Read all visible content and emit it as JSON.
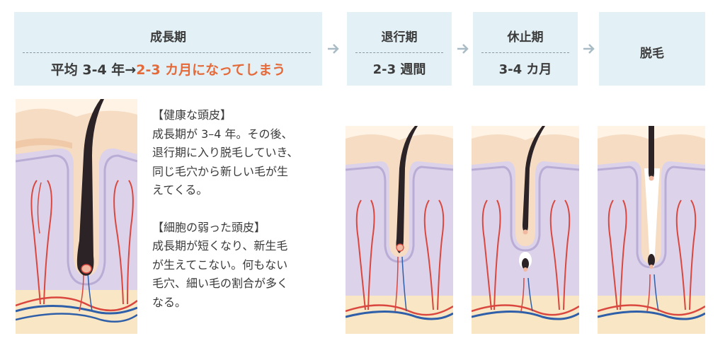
{
  "stages": {
    "growth": {
      "title": "成長期",
      "sub_prefix": "平均 3-4 年→",
      "sub_highlight": "2-3 カ月になってしまう"
    },
    "catagen": {
      "title": "退行期",
      "sub": "2-3 週間"
    },
    "telogen": {
      "title": "休止期",
      "sub": "3-4 カ月"
    },
    "shedding": {
      "title": "脱毛"
    }
  },
  "healthy": {
    "heading": "【健康な頭皮】",
    "lines": [
      "成長期が 3–4 年。その後、",
      "退行期に入り脱毛していき、",
      "同じ毛穴から新しい毛が生",
      "えてくる。"
    ]
  },
  "weak": {
    "heading": "【細胞の弱った頭皮】",
    "lines": [
      "成長期が短くなり、新生毛",
      "が生えてこない。何もない",
      "毛穴、細い毛の割合が多く",
      "なる。"
    ]
  },
  "colors": {
    "box_bg": "#e3f0f6",
    "highlight": "#e46a3a",
    "arrow": "#a9bcc6",
    "hair": "#2b2326",
    "skin": "#f6dcc2",
    "dermis": "#dcd3ea",
    "vessel_red": "#d9473f",
    "vessel_blue": "#2f5fa8"
  }
}
